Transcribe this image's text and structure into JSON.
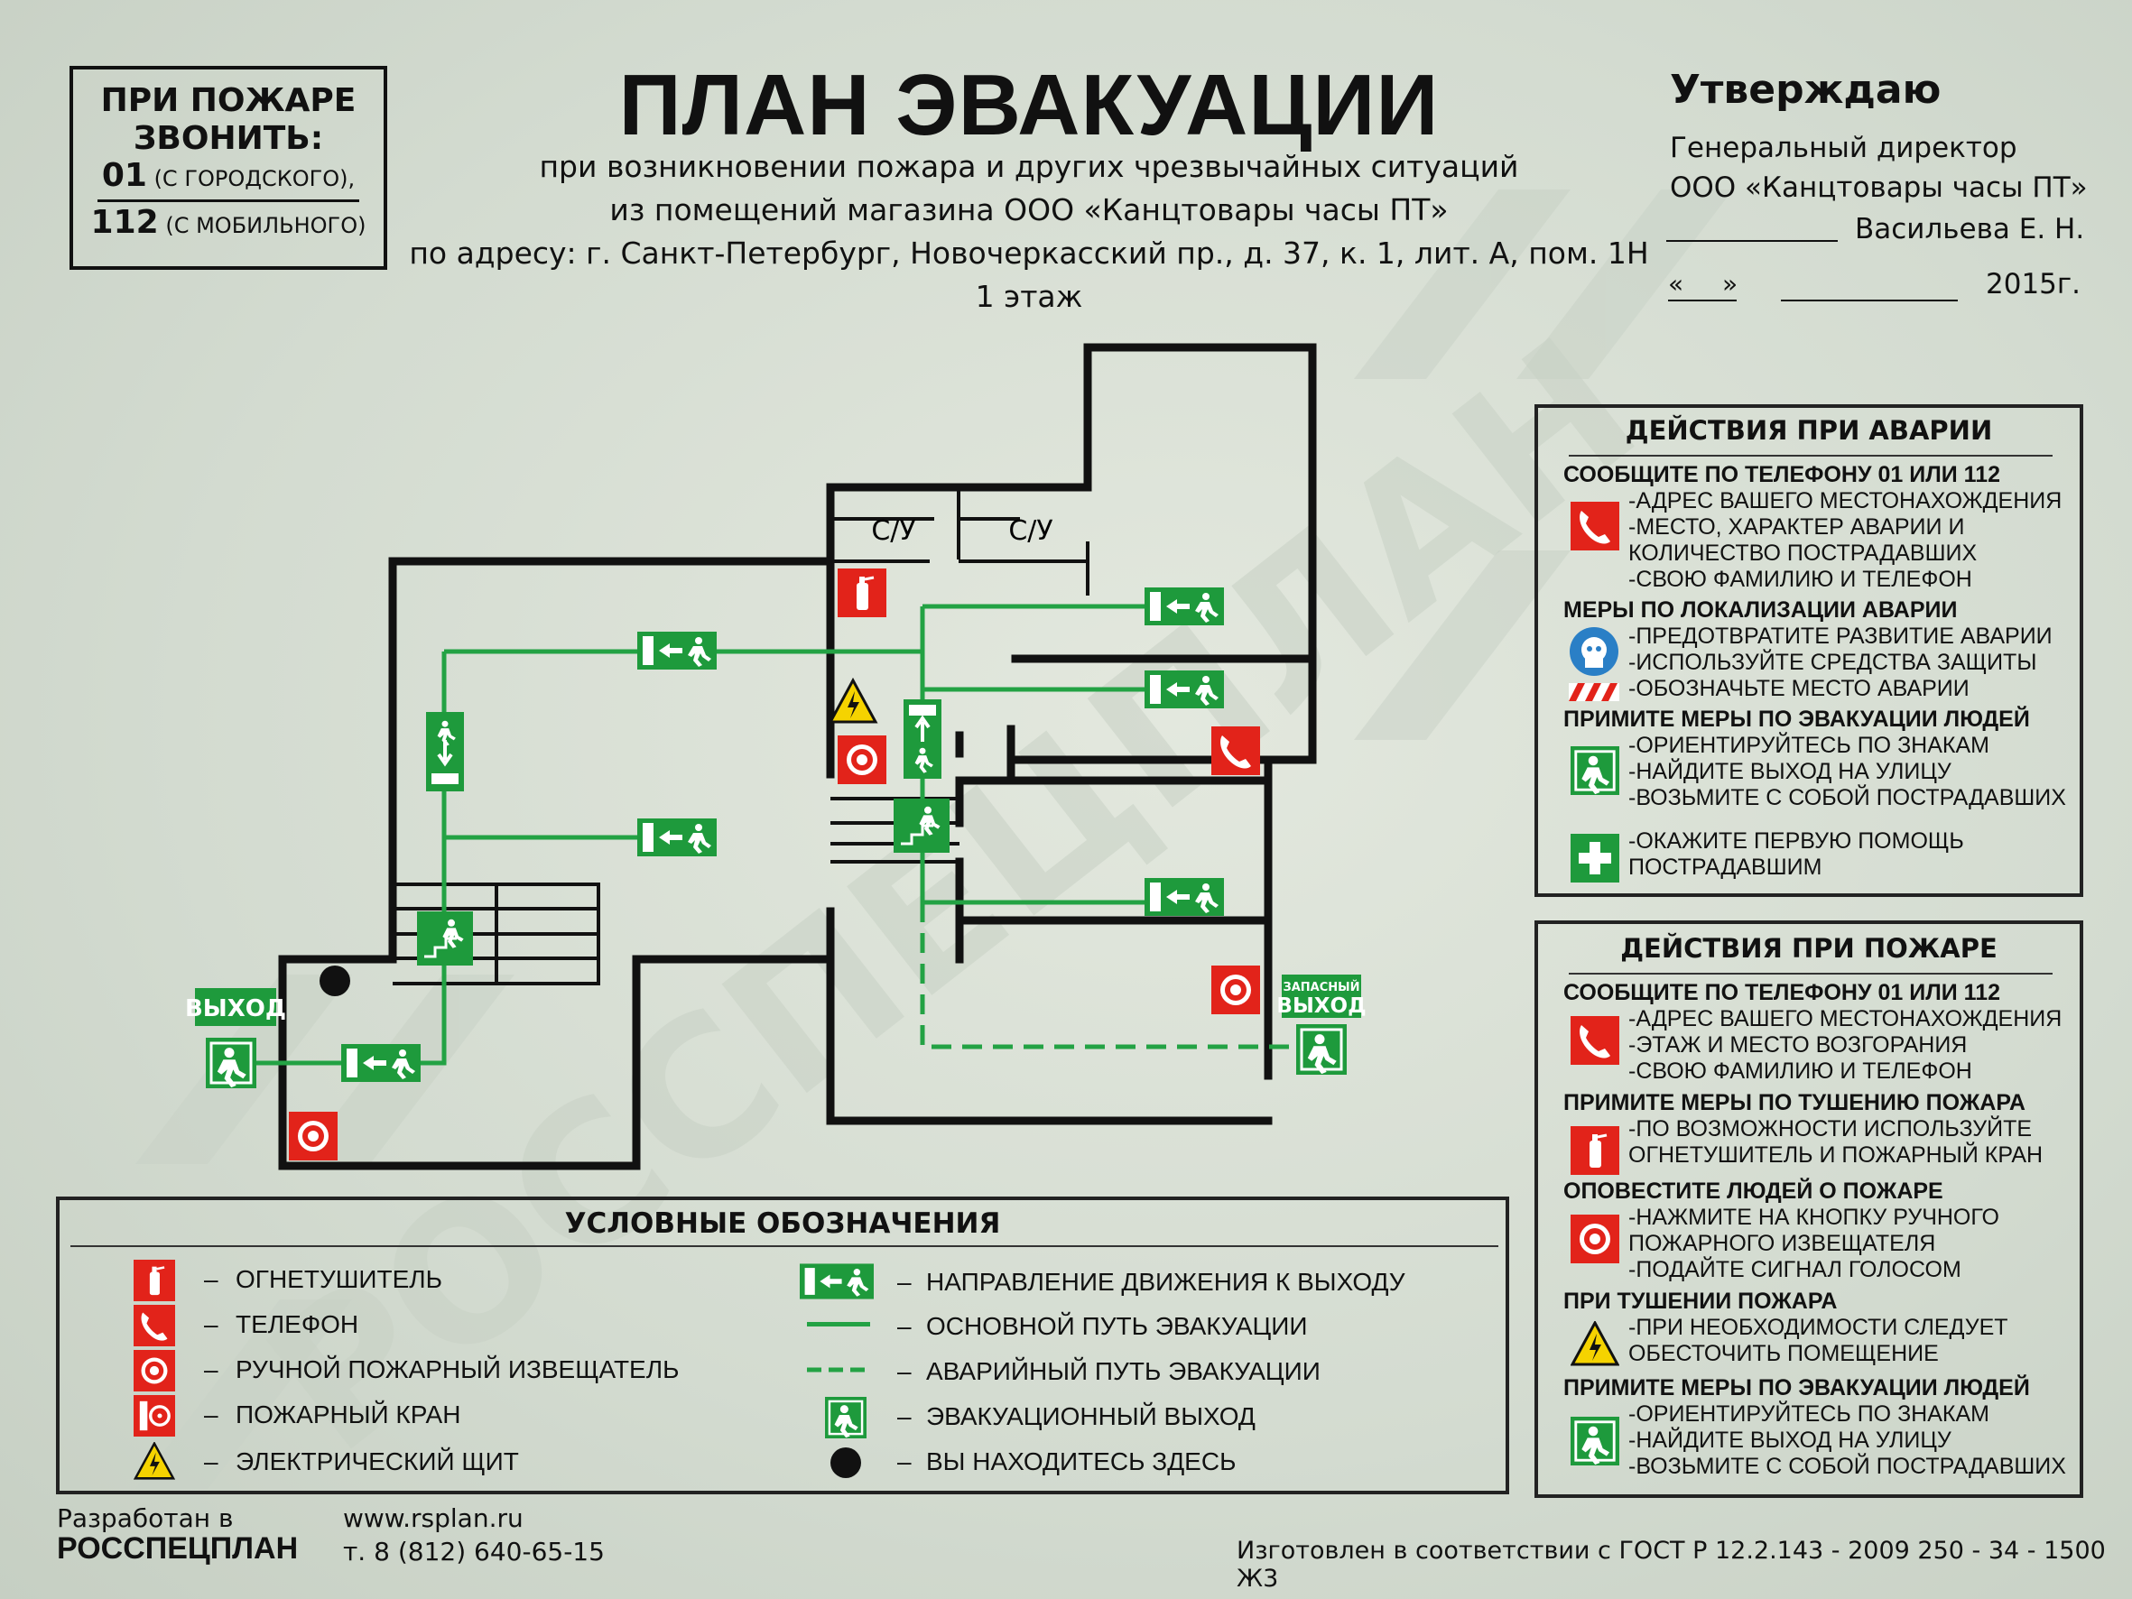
{
  "call_box": {
    "title_line1": "ПРИ ПОЖАРЕ",
    "title_line2": "ЗВОНИТЬ:",
    "num1": "01",
    "num1_note": "(С ГОРОДСКОГО),",
    "num2": "112",
    "num2_note": "(С МОБИЛЬНОГО)"
  },
  "header": {
    "title": "ПЛАН ЭВАКУАЦИИ",
    "line1": "при возникновении пожара и других чрезвычайных ситуаций",
    "line2": "из помещений магазина ООО «Канцтовары часы ПТ»",
    "line3": "по адресу: г. Санкт-Петербург, Новочеркасский пр., д. 37, к. 1, лит. А, пом. 1Н",
    "line4": "1 этаж"
  },
  "approve": {
    "heading": "Утверждаю",
    "line1": "Генеральный директор",
    "line2": "ООО «Канцтовары часы ПТ»",
    "name": "Васильева Е. Н.",
    "date_quote_open": "«",
    "date_quote_close": "»",
    "year": "2015г."
  },
  "plan": {
    "room1": "С/У",
    "room2": "С/У",
    "exit_main": "ВЫХОД",
    "exit_spare_top": "ЗАПАСНЫЙ",
    "exit_spare_bottom": "ВЫХОД"
  },
  "accident": {
    "title": "ДЕЙСТВИЯ ПРИ АВАРИИ",
    "s1_head": "СООБЩИТЕ ПО ТЕЛЕФОНУ  01 ИЛИ 112",
    "s1_l1": "-АДРЕС ВАШЕГО МЕСТОНАХОЖДЕНИЯ",
    "s1_l2": "-МЕСТО, ХАРАКТЕР АВАРИИ И",
    "s1_l3": "КОЛИЧЕСТВО ПОСТРАДАВШИХ",
    "s1_l4": "-СВОЮ ФАМИЛИЮ И  ТЕЛЕФОН",
    "s2_head": "МЕРЫ ПО ЛОКАЛИЗАЦИИ АВАРИИ",
    "s2_l1": "-ПРЕДОТВРАТИТЕ РАЗВИТИЕ АВАРИИ",
    "s2_l2": "-ИСПОЛЬЗУЙТЕ СРЕДСТВА ЗАЩИТЫ",
    "s2_l3": "-ОБОЗНАЧЬТЕ МЕСТО АВАРИИ",
    "s3_head": "ПРИМИТЕ МЕРЫ ПО ЭВАКУАЦИИ ЛЮДЕЙ",
    "s3_l1": "-ОРИЕНТИРУЙТЕСЬ ПО ЗНАКАМ",
    "s3_l2": "-НАЙДИТЕ ВЫХОД НА УЛИЦУ",
    "s3_l3": "-ВОЗЬМИТЕ С СОБОЙ ПОСТРАДАВШИХ",
    "s4_l1": "-ОКАЖИТЕ ПЕРВУЮ ПОМОЩЬ",
    "s4_l2": "ПОСТРАДАВШИМ"
  },
  "fire": {
    "title": "ДЕЙСТВИЯ ПРИ ПОЖАРЕ",
    "s1_head": "СООБЩИТЕ ПО ТЕЛЕФОНУ  01 ИЛИ 112",
    "s1_l1": "-АДРЕС ВАШЕГО МЕСТОНАХОЖДЕНИЯ",
    "s1_l2": "-ЭТАЖ И МЕСТО ВОЗГОРАНИЯ",
    "s1_l3": "-СВОЮ ФАМИЛИЮ И  ТЕЛЕФОН",
    "s2_head": "ПРИМИТЕ МЕРЫ ПО ТУШЕНИЮ ПОЖАРА",
    "s2_l1": "-ПО ВОЗМОЖНОСТИ ИСПОЛЬЗУЙТЕ",
    "s2_l2": "ОГНЕТУШИТЕЛЬ И ПОЖАРНЫЙ КРАН",
    "s3_head": "ОПОВЕСТИТЕ ЛЮДЕЙ О ПОЖАРЕ",
    "s3_l1": "-НАЖМИТЕ НА КНОПКУ РУЧНОГО",
    "s3_l2": " ПОЖАРНОГО ИЗВЕЩАТЕЛЯ",
    "s3_l3": "-ПОДАЙТЕ СИГНАЛ ГОЛОСОМ",
    "s4_head": "ПРИ ТУШЕНИИ ПОЖАРА",
    "s4_l1": "-ПРИ НЕОБХОДИМОСТИ СЛЕДУЕТ",
    "s4_l2": "ОБЕСТОЧИТЬ ПОМЕЩЕНИЕ",
    "s5_head": "ПРИМИТЕ МЕРЫ ПО ЭВАКУАЦИИ ЛЮДЕЙ",
    "s5_l1": "-ОРИЕНТИРУЙТЕСЬ ПО ЗНАКАМ",
    "s5_l2": "-НАЙДИТЕ ВЫХОД НА УЛИЦУ",
    "s5_l3": "-ВОЗЬМИТЕ С СОБОЙ ПОСТРАДАВШИХ"
  },
  "legend": {
    "title": "УСЛОВНЫЕ ОБОЗНАЧЕНИЯ",
    "dash": "–",
    "items_left": [
      "ОГНЕТУШИТЕЛЬ",
      "ТЕЛЕФОН",
      "РУЧНОЙ ПОЖАРНЫЙ ИЗВЕЩАТЕЛЬ",
      "ПОЖАРНЫЙ КРАН",
      "ЭЛЕКТРИЧЕСКИЙ ЩИТ"
    ],
    "items_right": [
      "НАПРАВЛЕНИЕ ДВИЖЕНИЯ К ВЫХОДУ",
      "ОСНОВНОЙ ПУТЬ ЭВАКУАЦИИ",
      "АВАРИЙНЫЙ ПУТЬ ЭВАКУАЦИИ",
      "ЭВАКУАЦИОННЫЙ ВЫХОД",
      "ВЫ НАХОДИТЕСЬ ЗДЕСЬ"
    ]
  },
  "footer": {
    "dev_label": "Разработан в",
    "dev_company": "РОССПЕЦПЛАН",
    "site": "www.rsplan.ru",
    "phone": "т. 8 (812) 640-65-15",
    "gost": "Изготовлен в соответствии с ГОСТ Р 12.2.143 - 2009 250 - 34 - 1500 Ж3"
  },
  "watermark": "РОССПЕЦПЛАН",
  "colors": {
    "green": "#1e9a3c",
    "route": "#23a244",
    "red": "#e2231a",
    "wall": "#111111",
    "yellow": "#f5d300"
  }
}
